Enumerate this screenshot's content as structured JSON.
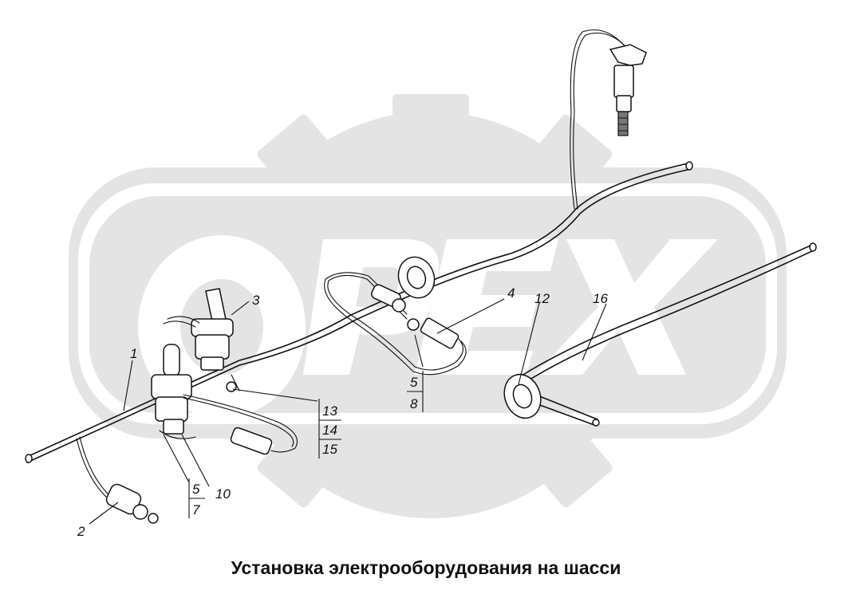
{
  "title": "Установка электрооборудования на шасси",
  "callouts": {
    "c1": "1",
    "c2": "2",
    "c3": "3",
    "c4": "4",
    "c10": "10",
    "c12": "12",
    "c16": "16"
  },
  "fractions": {
    "f5_8": [
      "5",
      "8"
    ],
    "f5_7": [
      "5",
      "7"
    ],
    "f13_15": [
      "13",
      "14",
      "15"
    ]
  },
  "watermark": {
    "text": "OPEX",
    "color": "#e4e4e4"
  }
}
